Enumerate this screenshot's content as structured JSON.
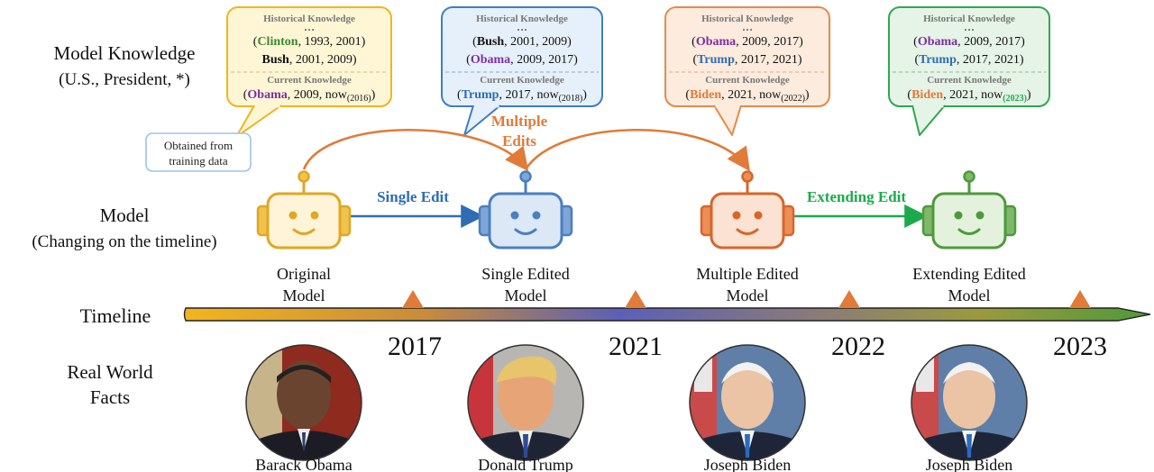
{
  "left_labels": {
    "model_knowledge": {
      "line1": "Model Knowledge",
      "line2": "(U.S., President, *)"
    },
    "model": {
      "line1": "Model",
      "line2": "(Changing on the timeline)"
    },
    "timeline": "Timeline",
    "real_world": {
      "line1": "Real World",
      "line2": "Facts"
    }
  },
  "colors": {
    "yellow": "#E5A823",
    "blue": "#4A7FC1",
    "orange": "#E07B39",
    "green": "#3E9A3E",
    "obama": "#7B2FA3",
    "trump": "#2E6DB4",
    "biden": "#E07B39",
    "clinton": "#3A8A2E",
    "timeline_marker": "#E07B39"
  },
  "bubbles": [
    {
      "historical_title": "Historical Knowledge",
      "ellipsis": "…",
      "rows": [
        {
          "open": "(",
          "name": "Clinton",
          "name_color": "clinton",
          "rest": ", 1993, 2001)"
        },
        {
          "open": "",
          "name": "Bush",
          "name_color": "dark",
          "rest": ", 2001, 2009)"
        }
      ],
      "current_title": "Current Knowledge",
      "current": {
        "open": "(",
        "name": "Obama",
        "name_color": "obama",
        "mid": ", 2009, now",
        "sub": "(2016)",
        "close": ")"
      }
    },
    {
      "historical_title": "Historical Knowledge",
      "ellipsis": "…",
      "rows": [
        {
          "open": "(",
          "name": "Bush",
          "name_color": "dark",
          "rest": ", 2001, 2009)"
        },
        {
          "open": "(",
          "name": "Obama",
          "name_color": "obama",
          "rest": ", 2009, 2017)"
        }
      ],
      "current_title": "Current Knowledge",
      "current": {
        "open": "(",
        "name": "Trump",
        "name_color": "trump",
        "mid": ", 2017, now",
        "sub": "(2018)",
        "close": ")"
      }
    },
    {
      "historical_title": "Historical Knowledge",
      "ellipsis": "…",
      "rows": [
        {
          "open": "(",
          "name": "Obama",
          "name_color": "obama",
          "rest": ", 2009, 2017)"
        },
        {
          "open": "(",
          "name": "Trump",
          "name_color": "trump",
          "rest": ", 2017, 2021)"
        }
      ],
      "current_title": "Current Knowledge",
      "current": {
        "open": "(",
        "name": "Biden",
        "name_color": "biden",
        "mid": ", 2021, now",
        "sub": "(2022)",
        "close": ")"
      }
    },
    {
      "historical_title": "Historical Knowledge",
      "ellipsis": "…",
      "rows": [
        {
          "open": "(",
          "name": "Obama",
          "name_color": "obama",
          "rest": ", 2009, 2017)"
        },
        {
          "open": "(",
          "name": "Trump",
          "name_color": "trump",
          "rest": ", 2017, 2021)"
        }
      ],
      "current_title": "Current Knowledge",
      "current": {
        "open": "(",
        "name": "Biden",
        "name_color": "biden",
        "mid": ", 2021, now",
        "sub": "(2023)",
        "close": ")"
      }
    }
  ],
  "obtained_note": {
    "line1": "Obtained from",
    "line2": "training data"
  },
  "edits": {
    "single": "Single Edit",
    "multiple_line1": "Multiple",
    "multiple_line2": "Edits",
    "extending": "Extending Edit"
  },
  "models": [
    {
      "line1": "Original",
      "line2": "Model",
      "color": "yellow"
    },
    {
      "line1": "Single Edited",
      "line2": "Model",
      "color": "blue"
    },
    {
      "line1": "Multiple Edited",
      "line2": "Model",
      "color": "orange"
    },
    {
      "line1": "Extending Edited",
      "line2": "Model",
      "color": "green"
    }
  ],
  "years": [
    "2017",
    "2021",
    "2022",
    "2023"
  ],
  "people": [
    "Barack Obama",
    "Donald Trump",
    "Joseph Biden",
    "Joseph Biden"
  ]
}
